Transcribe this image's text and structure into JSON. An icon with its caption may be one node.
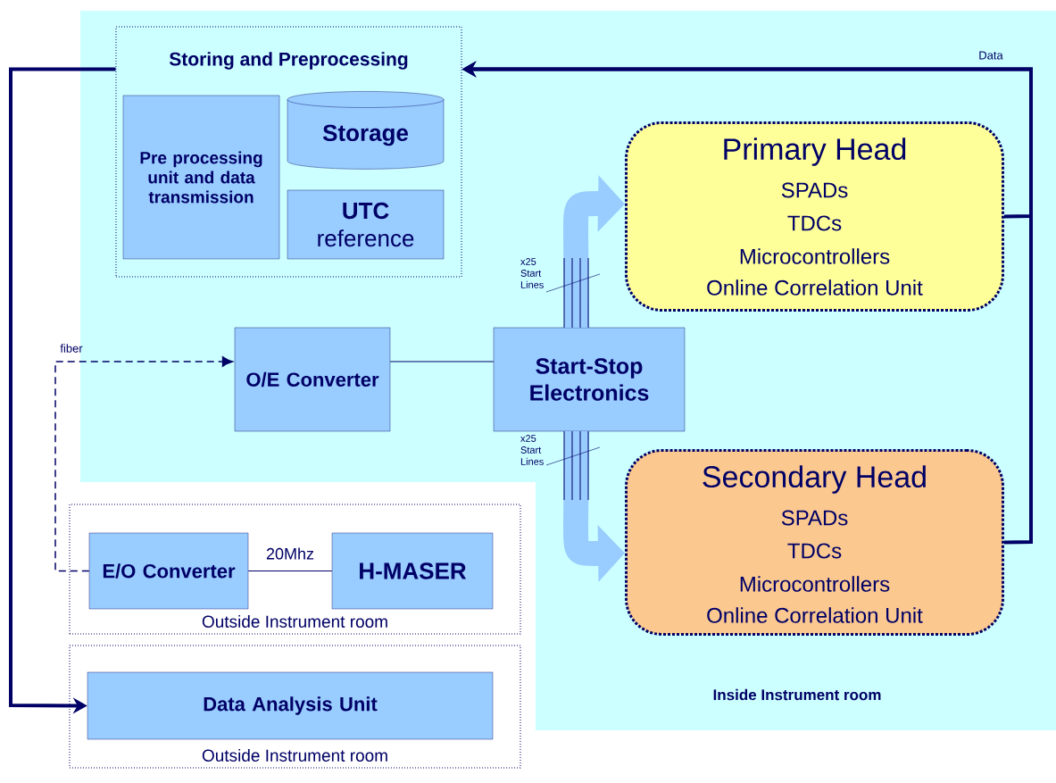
{
  "diagram": {
    "nodes": [
      {
        "text": [
          "Storing and Preprocessing"
        ]
      },
      {
        "text": [
          "Pre processing unit and data transmission"
        ],
        "in": 0
      },
      {
        "text": [
          "Storage"
        ],
        "in": 0
      },
      {
        "text": [
          "**UTC** reference"
        ],
        "in": 0
      },
      {
        "text": [
          "O/E Converter"
        ]
      },
      {
        "text": [
          "Start-Stop Electronics"
        ]
      },
      {
        "text": [
          "Primary Head",
          "SPADs",
          "TDCs",
          "Microcontrollers",
          "Online Correlation Unit"
        ]
      },
      {
        "text": [
          "Secondary Head",
          "SPADs",
          "TDCs",
          "Microcontrollers",
          "Online Correlation Unit"
        ]
      },
      {
        "text": [
          "Outside Instrument room"
        ]
      },
      {
        "text": [
          "E/O Converter"
        ],
        "in": 8
      },
      {
        "text": [
          "H-MASER"
        ],
        "in": 8
      },
      {
        "text": [
          "Outside Instrument room"
        ]
      },
      {
        "text": [
          "Data Analysis Unit"
        ],
        "in": 11
      }
    ],
    "edges": [
      {
        "from": 9,
        "to": 4,
        "arrow": "to",
        "style": "dashed",
        "label": "fiber"
      },
      {
        "from": 4,
        "to": 5,
        "arrow": "none"
      },
      {
        "from": 9,
        "to": 10,
        "arrow": "none",
        "label": "20Mhz"
      },
      {
        "from": 5,
        "to": 6,
        "arrow": "to",
        "style": "thick",
        "color": "#99ccff"
      },
      {
        "from": 5,
        "to": 7,
        "arrow": "to",
        "style": "thick",
        "color": "#99ccff"
      },
      {
        "from": 6,
        "to": 0,
        "arrow": "to",
        "label": "Data"
      },
      {
        "from": 7,
        "to": 0,
        "arrow": "to"
      },
      {
        "from": 0,
        "to": 12,
        "arrow": "to"
      }
    ],
    "labels": [
      "x25 Start Lines",
      "x25 Start Lines",
      "Inside Instrument room"
    ]
  }
}
